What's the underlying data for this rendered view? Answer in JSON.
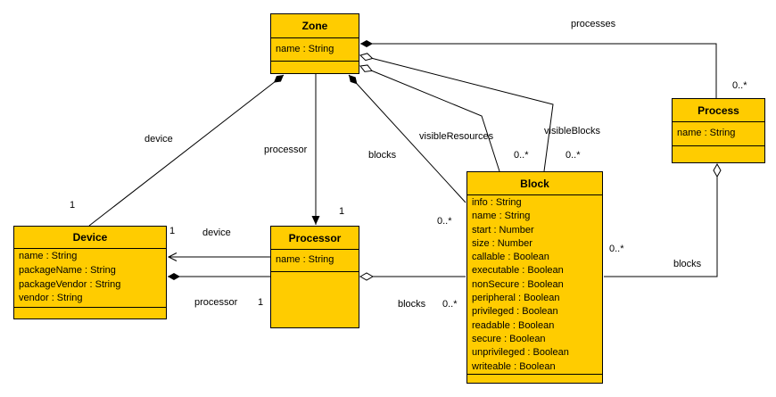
{
  "diagram_type": "uml-class-diagram",
  "colors": {
    "class_fill": "#FFCC00",
    "class_border": "#000000",
    "edge_line": "#000000",
    "text": "#000000",
    "background": "#FFFFFF"
  },
  "classes": {
    "zone": {
      "name": "Zone",
      "attributes": [
        "name : String"
      ]
    },
    "process": {
      "name": "Process",
      "attributes": [
        "name : String"
      ]
    },
    "block": {
      "name": "Block",
      "attributes": [
        "info : String",
        "name : String",
        "start : Number",
        "size : Number",
        "callable : Boolean",
        "executable : Boolean",
        "nonSecure : Boolean",
        "peripheral : Boolean",
        "privileged : Boolean",
        "readable : Boolean",
        "secure : Boolean",
        "unprivileged : Boolean",
        "writeable : Boolean"
      ]
    },
    "device": {
      "name": "Device",
      "attributes": [
        "name : String",
        "packageName : String",
        "packageVendor : String",
        "vendor : String"
      ]
    },
    "processor": {
      "name": "Processor",
      "attributes": [
        "name : String"
      ]
    }
  },
  "edges": {
    "zone_process": {
      "label": "processes",
      "target_multiplicity": "0..*"
    },
    "zone_visible_blocks": {
      "label": "visibleBlocks",
      "target_multiplicity": "0..*"
    },
    "zone_visible_resources": {
      "label": "visibleResources",
      "target_multiplicity": "0..*"
    },
    "zone_device": {
      "label": "device",
      "target_multiplicity": "1"
    },
    "zone_processor": {
      "label": "processor",
      "target_multiplicity": "1"
    },
    "zone_blocks": {
      "label": "blocks",
      "target_multiplicity": "0..*"
    },
    "processor_device": {
      "label": "device",
      "target_multiplicity": "1"
    },
    "device_processor": {
      "label": "processor",
      "target_multiplicity": "1"
    },
    "processor_blocks": {
      "label": "blocks",
      "target_multiplicity": "0..*"
    },
    "process_blocks": {
      "label": "blocks",
      "target_multiplicity": "0..*"
    }
  }
}
